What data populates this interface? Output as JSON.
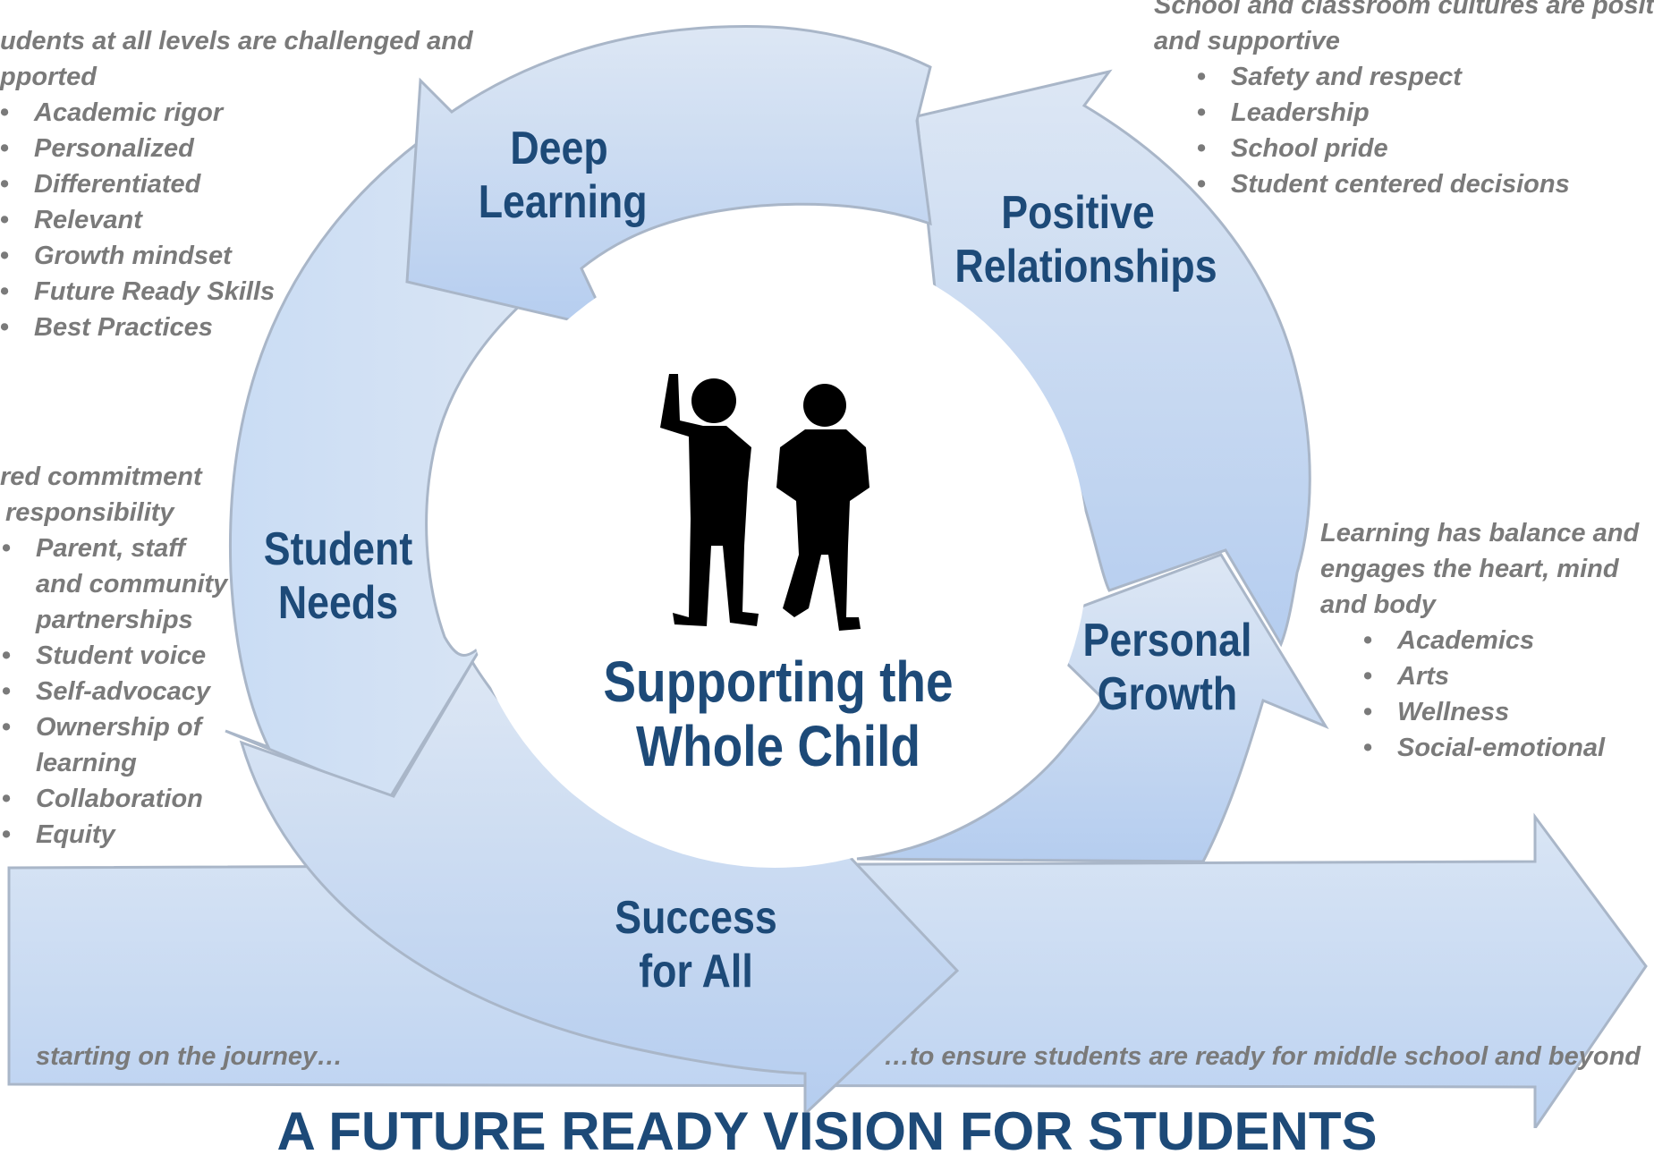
{
  "center": {
    "title_line1": "Supporting the",
    "title_line2": "Whole Child",
    "illustration": "children-silhouette-icon"
  },
  "arrows": {
    "deep_learning": {
      "line1": "Deep",
      "line2": "Learning"
    },
    "positive_relationships": {
      "line1": "Positive",
      "line2": "Relationships"
    },
    "personal_growth": {
      "line1": "Personal",
      "line2": "Growth"
    },
    "student_needs": {
      "line1": "Student",
      "line2": "Needs"
    },
    "success_for_all": {
      "line1": "Success",
      "line2": "for All"
    }
  },
  "notes": {
    "deep_learning": {
      "heading_line1": "udents at all levels are challenged and",
      "heading_line2": "pported",
      "items": [
        "Academic rigor",
        "Personalized",
        "Differentiated",
        "Relevant",
        "Growth mindset",
        "Future Ready Skills",
        "Best Practices"
      ]
    },
    "positive_relationships": {
      "heading_line1": "School and classroom cultures are positive",
      "heading_line2": "and supportive",
      "items": [
        "Safety and respect",
        "Leadership",
        "School pride",
        "Student centered decisions"
      ]
    },
    "personal_growth": {
      "heading_line1": "Learning has balance and",
      "heading_line2": "engages the heart, mind",
      "heading_line3": "and body",
      "items": [
        "Academics",
        "Arts",
        "Wellness",
        "Social-emotional"
      ]
    },
    "student_needs": {
      "heading_line1": "red commitment",
      "heading_line2": "responsibility",
      "items": [
        "Parent, staff",
        "and community",
        "partnerships",
        "Student voice",
        "Self-advocacy",
        "Ownership of",
        "learning",
        "Collaboration",
        "Equity"
      ]
    }
  },
  "journey": {
    "start": "starting on the journey…",
    "end": "…to ensure students are ready for middle school and beyond"
  },
  "footer": {
    "title": "A FUTURE READY VISION FOR STUDENTS"
  },
  "colors": {
    "arrow_fill_top": "#dbe6f4",
    "arrow_fill_bottom": "#b9d0f0",
    "arrow_stroke": "#a9b6c8",
    "label_text": "#1d4a78",
    "note_text": "#7a7a7a"
  }
}
